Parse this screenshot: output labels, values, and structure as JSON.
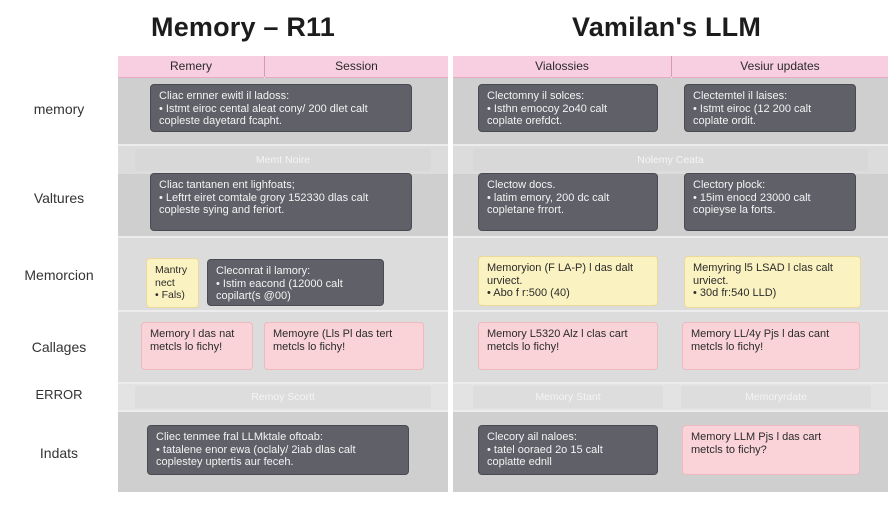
{
  "titles": {
    "left": "Memory – R11",
    "right": "Vamilan's LLM"
  },
  "row_labels": [
    "memory",
    "Valtures",
    "Memorcion",
    "Callages",
    "ERROR",
    "Indats"
  ],
  "headers": {
    "left": [
      "Remery",
      "Session"
    ],
    "right": [
      "Vialossies",
      "Vesiur updates"
    ]
  },
  "sub_bars": {
    "left_1": "Memt Noire",
    "right_1": "Nolemy Ceata",
    "left_2": "Remoy Scortt",
    "right_2a": "Memory Stant",
    "right_2b": "Memoryrdate"
  },
  "boxes": {
    "l_r1": "Cliac ernner ewitl il ladoss:\n• Istmt eiroc cental aleat cony/ 200 dlet calt\ncopleste dayetard fcapht.",
    "l_r2": "Cliac tantanen ent lighfoats;\n• Leftrt eiret comtale grory 152330 dlas calt\ncopleste sying and feriort.",
    "l_r3a": "Mantry\nnect\n• Fals)",
    "l_r3b": "Cleconrat il lamory:\n• Istim eacond (12000 calt\ncopilart(s @00)",
    "l_r4a": "Memory l das nat\nmetcls lo fichy!",
    "l_r4b": "Memoyre (Lls Pl das tert\nmetcls lo fichy!",
    "l_r6": "Cliec tenmee fral LLMktale oftoab:\n• tatalene enor ewa (oclaly/ 2iab dlas calt\ncoplestey uptertis aur feceh.",
    "r_r1a": "Clectomny il solces:\n• Isthn emocoy 2o40 calt\ncoplate orefdct.",
    "r_r1b": "Clectemtel il laises:\n• Istmt eiroc (12 200 calt\ncoplate ordit.",
    "r_r2a": "Clectow docs.\n• latim emory, 200 dc calt\ncopletane frrort.",
    "r_r2b": "Clectory plock:\n• 15im enocd 23000 calt\ncopieyse la forts.",
    "r_r3a": "Memoryion (F LA-P) l das dalt\nurviect.\n• Abo f r:500 (40)",
    "r_r3b": "Memyring l5 LSAD l clas calt\nurviect.\n• 30d fr:540 LLD)",
    "r_r4a": "Memory L5320 Alz l clas cart\nmetcls lo fichy!",
    "r_r4b": "Memory LL/4y Pjs l das cant\nmetcls lo fichy!",
    "r_r6a": "Clecory ail naloes:\n• tatel ooraed 2o 15 calt\ncoplatte ednll",
    "r_r6b": "Memory LLM Pjs l das cart\nmetcls to fichy?"
  }
}
